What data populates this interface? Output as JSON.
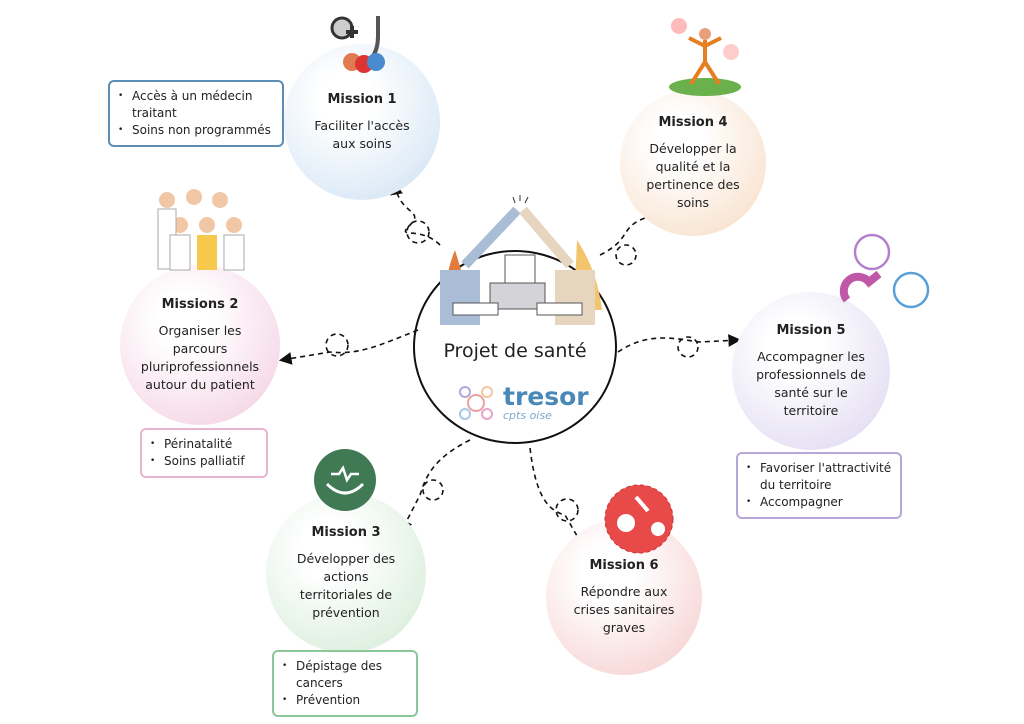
{
  "center": {
    "title": "Projet de santé",
    "logo_name": "tresor",
    "logo_sub": "cpts oise"
  },
  "missions": [
    {
      "title": "Mission 1",
      "desc": "Faciliter l'accès aux soins",
      "items": [
        "Accès à un médecin traitant",
        "Soins non programmés"
      ],
      "color": "#cfe2f3"
    },
    {
      "title": "Missions 2",
      "desc": "Organiser les parcours pluriprofessionnels autour du patient",
      "items": [
        "Périnatalité",
        "Soins palliatif"
      ],
      "color": "#f3cde0"
    },
    {
      "title": "Mission 3",
      "desc": "Développer des actions territoriales de prévention",
      "items": [
        "Dépistage des cancers",
        "Prévention"
      ],
      "color": "#d3ebd6"
    },
    {
      "title": "Mission 4",
      "desc": "Développer la qualité et la pertinence des soins",
      "items": [],
      "color": "#f7dcc4"
    },
    {
      "title": "Mission 5",
      "desc": "Accompagner les professionnels de santé sur le territoire",
      "items": [
        "Favoriser l'attractivité du territoire",
        "Accompagner"
      ],
      "color": "#ddd6f0"
    },
    {
      "title": "Mission 6",
      "desc": "Répondre aux crises sanitaires graves",
      "items": [],
      "color": "#f6cccc"
    }
  ]
}
